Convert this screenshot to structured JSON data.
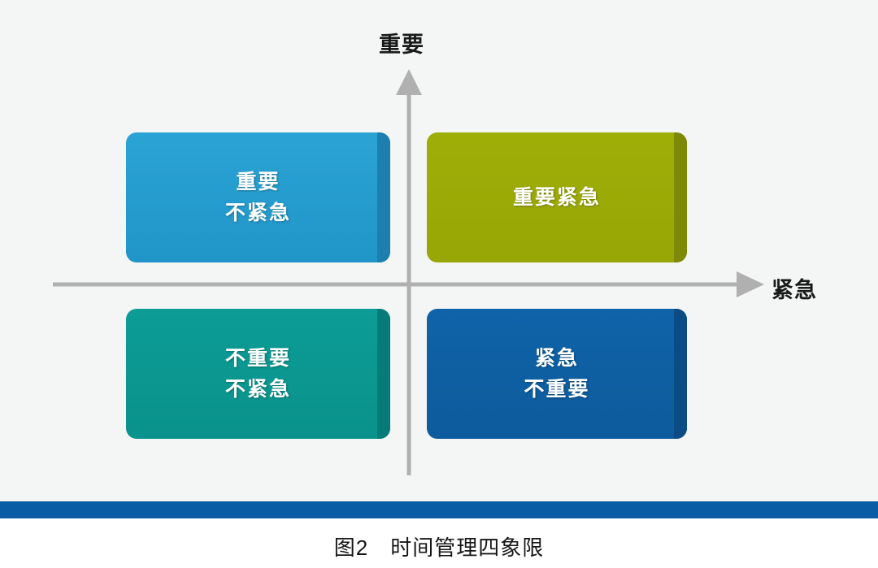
{
  "figure": {
    "caption": "图2　时间管理四象限",
    "background_color": "#f4f5f5",
    "rule_color": "#0a5da4"
  },
  "axes": {
    "y_label": "重要",
    "x_label": "紧急",
    "axis_color": "#b0b0b0",
    "y_arrow_icon": "arrow-up-icon",
    "x_arrow_icon": "arrow-right-icon"
  },
  "quadrants": [
    {
      "id": "top-left",
      "lines": [
        "重要",
        "不紧急"
      ],
      "color": "#2095c8",
      "shadow_color": "#1c7fae"
    },
    {
      "id": "top-right",
      "lines": [
        "重要紧急"
      ],
      "color": "#98a606",
      "shadow_color": "#7e8a05"
    },
    {
      "id": "bottom-left",
      "lines": [
        "不重要",
        "不紧急"
      ],
      "color": "#0a928c",
      "shadow_color": "#077b77"
    },
    {
      "id": "bottom-right",
      "lines": [
        "紧急",
        "不重要"
      ],
      "color": "#0d5b9c",
      "shadow_color": "#0a4c83"
    }
  ]
}
